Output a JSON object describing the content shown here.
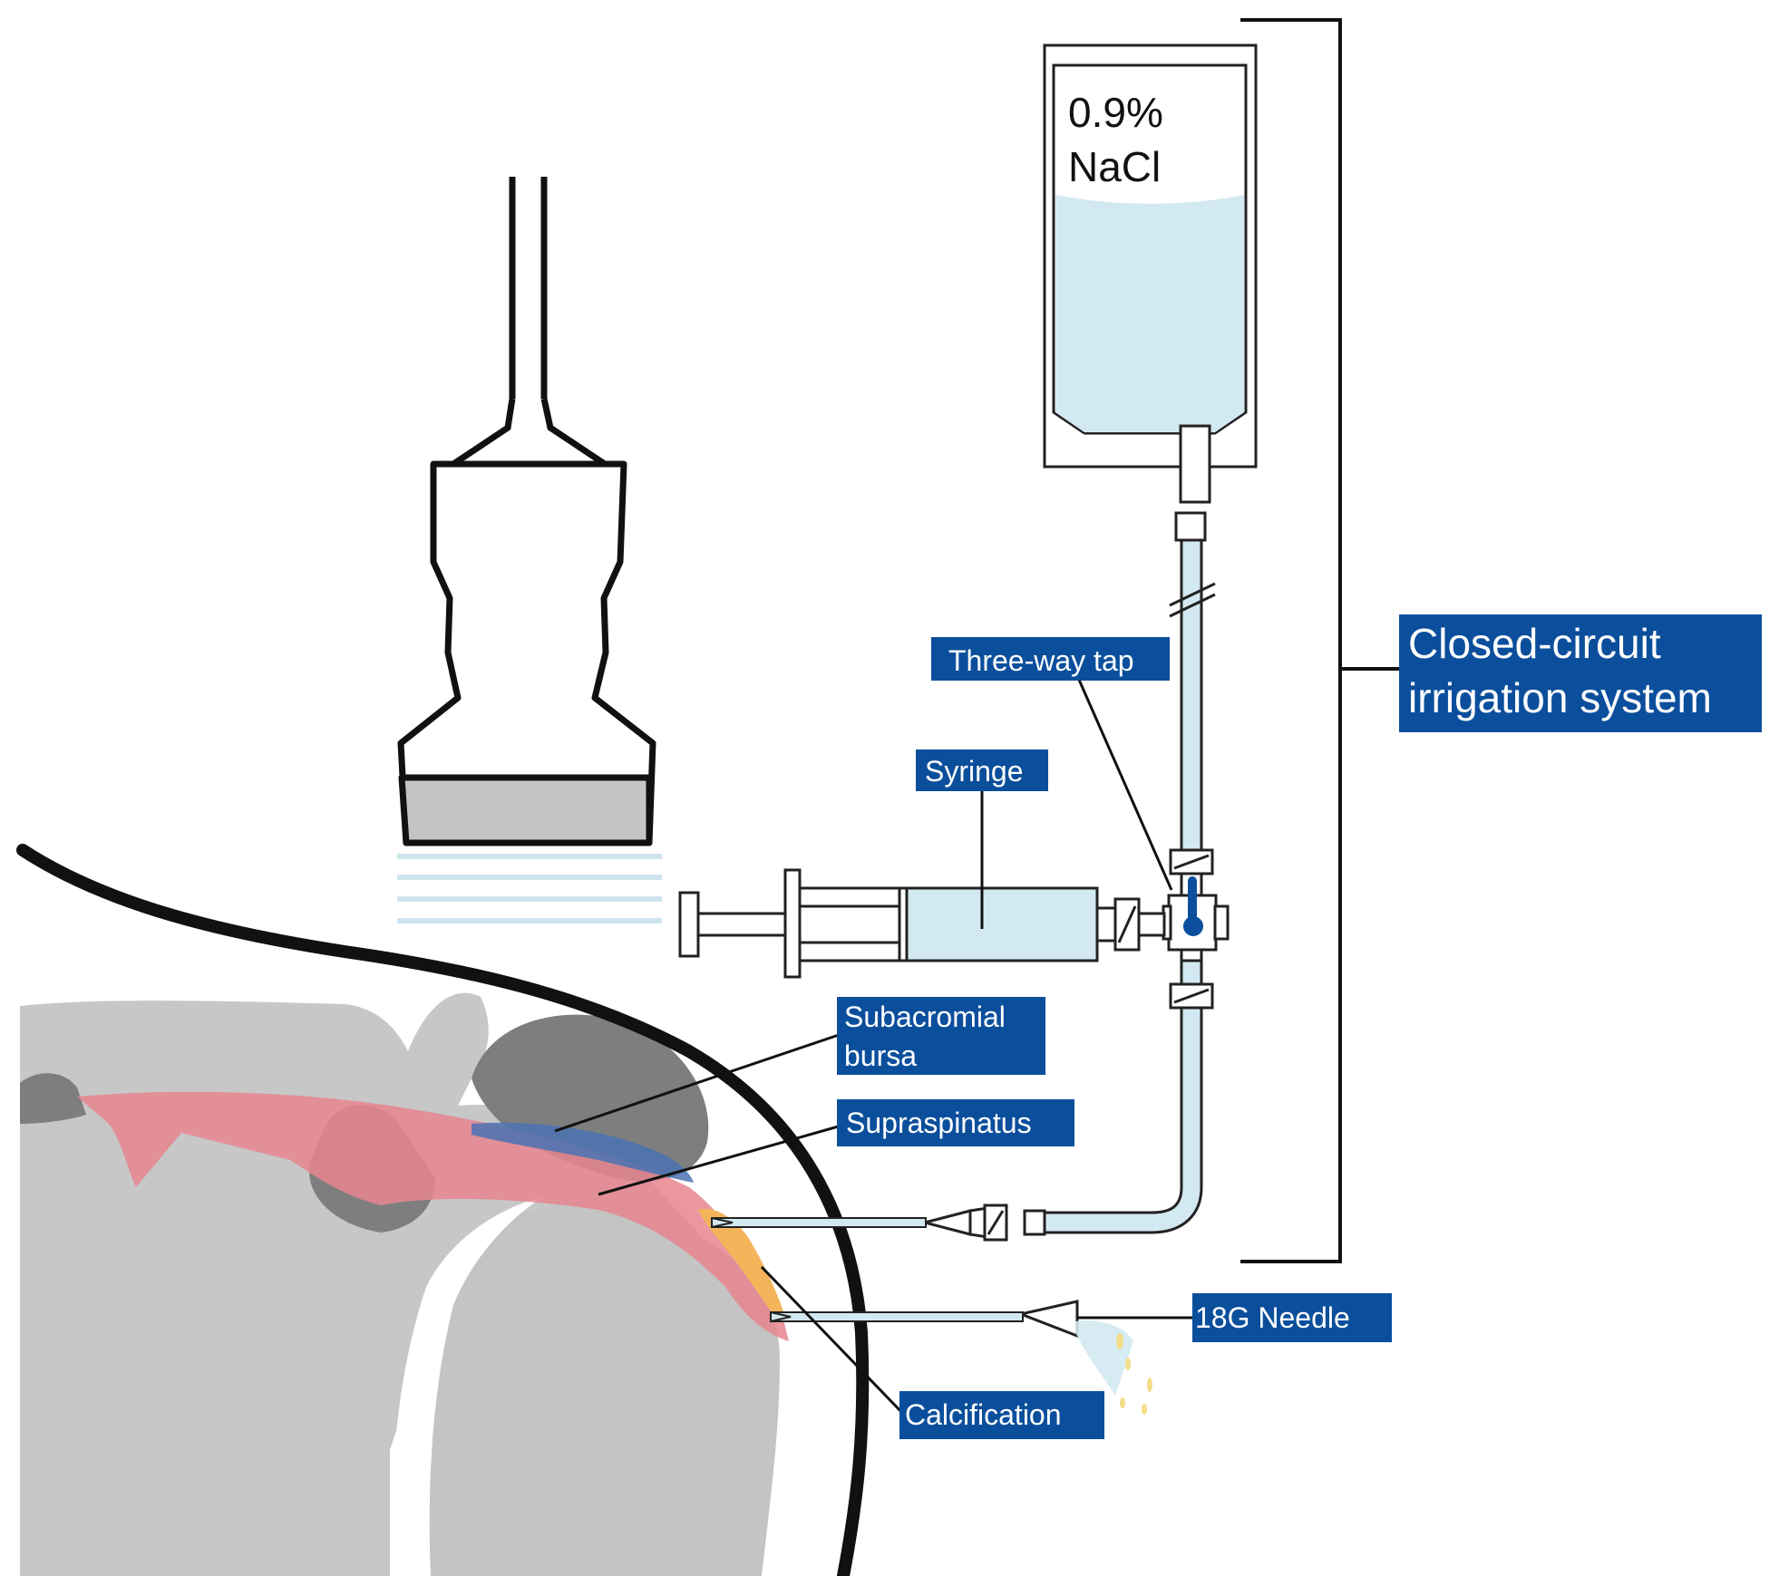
{
  "bag": {
    "line1": "0.9%",
    "line2": "NaCl"
  },
  "labels": {
    "three_way_tap": "Three-way tap",
    "syringe": "Syringe",
    "subacromial_bursa_line1": "Subacromial",
    "subacromial_bursa_line2": "bursa",
    "supraspinatus": "Supraspinatus",
    "calcification": "Calcification",
    "needle": "18G Needle",
    "system_line1": "Closed-circuit",
    "system_line2": "irrigation system"
  },
  "colors": {
    "label_bg": "#0b4f9c",
    "label_text": "#ffffff",
    "fluid": "#d3e9f1",
    "bone_light": "#c4c4c4",
    "bone_dark": "#7e7e7e",
    "tendon": "#e6858f",
    "bursa": "#4a72b3",
    "calcification": "#f3b45a",
    "outline": "#111111"
  }
}
